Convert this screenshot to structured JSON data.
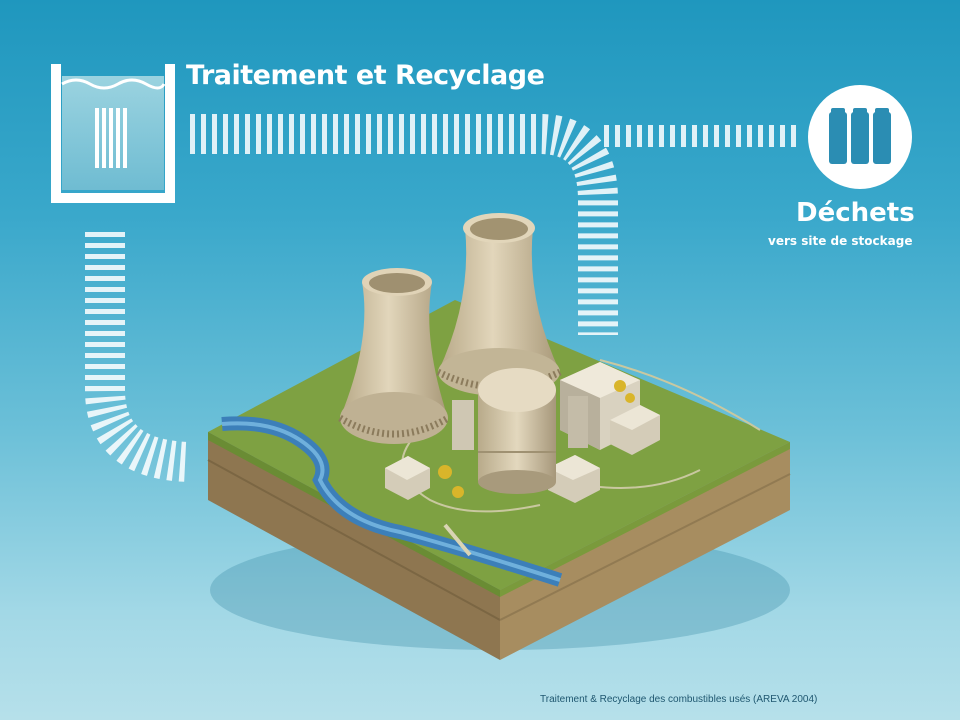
{
  "labels": {
    "treatment_title": "Traitement et Recyclage",
    "waste_title": "Déchets",
    "waste_subtitle": "vers site de stockage",
    "caption": "Traitement & Recyclage des combustibles usés (AREVA 2004)"
  },
  "icons": {
    "pool": "spent-fuel-pool-icon",
    "waste": "waste-canisters-icon"
  },
  "colors": {
    "background_top": "#1f97be",
    "background_bottom": "#b6e0ea",
    "ground_grass": "#7ea142",
    "ground_soil": "#9c855b",
    "river": "#3c7fb9",
    "tower": "#d6c8a9",
    "flow_dashes": "#ffffff"
  }
}
